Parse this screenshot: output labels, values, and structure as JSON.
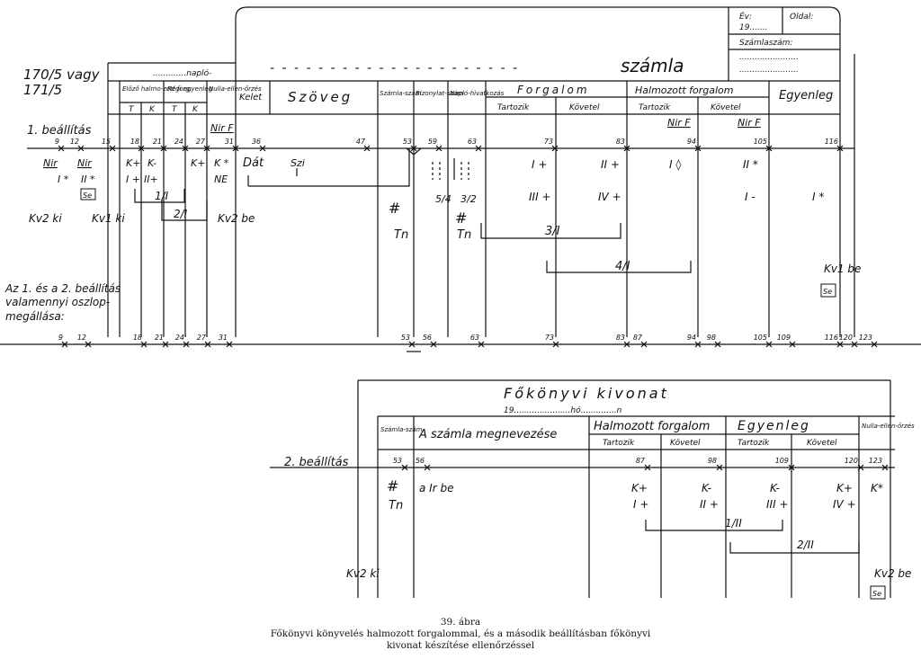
{
  "top_form": {
    "ev_label": "Év:",
    "ev_value": "19.......",
    "oldal_label": "Oldal:",
    "szamlaszam_label": "Számlaszám:",
    "naplo": ".............napló-",
    "szamla_title": "számla",
    "left_note_1": "170/5 vagy",
    "left_note_2": "171/5",
    "h_elozo": "Előző halmo-zott forg.",
    "h_regi": "Régi egyenleg",
    "h_nulla": "Nulla-ellen-őrzés",
    "h_kelet": "Kelet",
    "h_szoveg": "Szöveg",
    "h_szamlaszam": "Számla-szám",
    "h_bizonylat": "Bizonylat-szám",
    "h_naplo": "Napló-hivatkozás",
    "h_forgalom": "Forgalom",
    "h_halmozott": "Halmozott forgalom",
    "h_egyenleg": "Egyenleg",
    "h_T": "T",
    "h_K": "K",
    "h_tartozik": "Tartozik",
    "h_kovetel": "Követel",
    "nir_f": "Nir F",
    "beallitas1": "1. beállítás",
    "stops1": [
      "9",
      "12",
      "15",
      "18",
      "21",
      "24",
      "27",
      "31",
      "36",
      "47",
      "53",
      "59",
      "63",
      "73",
      "83",
      "94",
      "105",
      "116"
    ],
    "row_nir": "Nir",
    "r_I_star": "I *",
    "r_II_star": "II *",
    "se": "Se",
    "c18a": "K+",
    "c18b": "I +",
    "c21a": "K-",
    "c21b": "II+",
    "c24a": "K+",
    "c31a": "K *",
    "c31b": "NE",
    "dat": "Dát",
    "szi": "Szi",
    "f_I_plus": "I +",
    "f_II_plus": "II +",
    "f_III_plus": "III +",
    "f_IV_plus": "IV +",
    "h_I_diamond": "I ◊",
    "h_II_star": "II *",
    "h_I_minus": "I -",
    "e_I_star": "I *",
    "b_1I": "1/I",
    "b_2I": "2/I",
    "b_3I": "3/I",
    "b_4I": "4/I",
    "b_54": "5/4",
    "b_32": "3/2",
    "hash": "#",
    "tn": "Tn",
    "kv2ki": "Kv2 ki",
    "kv1ki": "Kv1 ki",
    "kv2be": "Kv2 be",
    "kv1be": "Kv1 be",
    "mid_note_1": "Az 1. és a 2. beállítás",
    "mid_note_2": "valamennyi oszlop-",
    "mid_note_3": "megállása:",
    "stops_all": [
      "9",
      "12",
      "18",
      "21",
      "24",
      "27",
      "31",
      "53",
      "56",
      "63",
      "73",
      "83",
      "87",
      "94",
      "98",
      "105",
      "109",
      "116",
      "120",
      "123"
    ]
  },
  "bottom_form": {
    "title": "Főkönyvi kivonat",
    "date": "19......................hó..............n",
    "h_szamlaszam": "Számla-szám",
    "h_megnevezes": "A számla megnevezése",
    "h_halmozott": "Halmozott forgalom",
    "h_egyenleg": "Egyenleg",
    "h_nulla": "Nulla-ellen-őrzés",
    "h_tartozik": "Tartozik",
    "h_kovetel": "Követel",
    "beallitas2": "2. beállítás",
    "stops2": [
      "53",
      "56",
      "87",
      "98",
      "109",
      "120",
      "123"
    ],
    "hash": "#",
    "tn": "Tn",
    "a_ir_be": "a Ir be",
    "c87a": "K+",
    "c87b": "I +",
    "c98a": "K-",
    "c98b": "II +",
    "c109a": "K-",
    "c109b": "III +",
    "c120a": "K+",
    "c120b": "IV +",
    "c123a": "K*",
    "b_1II": "1/II",
    "b_2II": "2/II",
    "kv2ki": "Kv2 ki",
    "kv2be": "Kv2 be",
    "se": "Se"
  },
  "caption": {
    "line1": "39. ábra",
    "line2": "Főkönyvi könyvelés halmozott forgalommal, és a második beállításban főkönyvi",
    "line3": "kivonat készítése ellenőrzéssel"
  }
}
